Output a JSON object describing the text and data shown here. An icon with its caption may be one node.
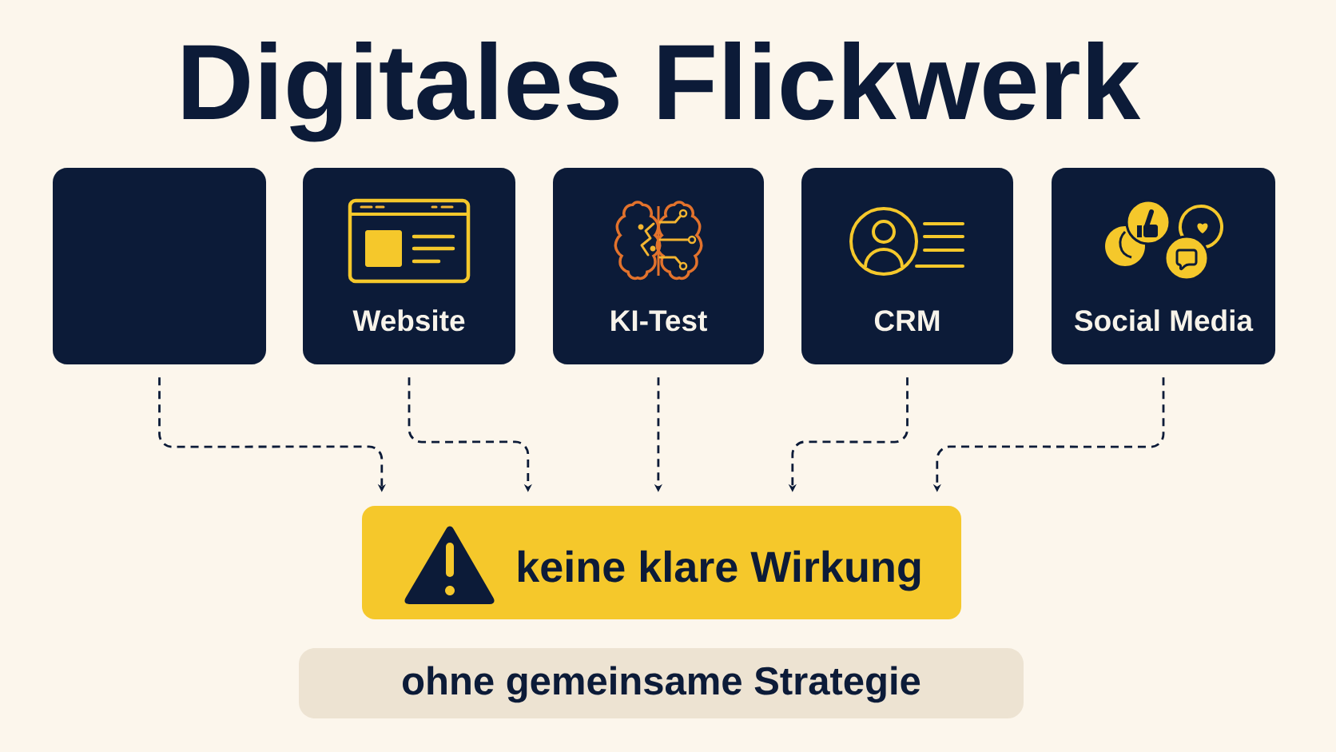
{
  "diagram": {
    "title": "Digitales Flickwerk",
    "nodes": [
      {
        "text": [],
        "shape": "box"
      },
      {
        "text": [
          "Website"
        ]
      },
      {
        "text": [
          "KI-Test"
        ]
      },
      {
        "text": [
          "CRM"
        ]
      },
      {
        "text": [
          "Social Media"
        ]
      },
      {
        "text": [
          "keine klare Wirkung"
        ]
      },
      {
        "text": [
          "ohne gemeinsame Strategie"
        ]
      }
    ],
    "edges": [
      {
        "from": 0,
        "to": 5,
        "arrow": "to",
        "style": "dashed"
      },
      {
        "from": 1,
        "to": 5,
        "arrow": "to",
        "style": "dashed"
      },
      {
        "from": 2,
        "to": 5,
        "arrow": "to",
        "style": "dashed"
      },
      {
        "from": 3,
        "to": 5,
        "arrow": "to",
        "style": "dashed"
      },
      {
        "from": 4,
        "to": 5,
        "arrow": "to",
        "style": "dashed"
      }
    ]
  }
}
